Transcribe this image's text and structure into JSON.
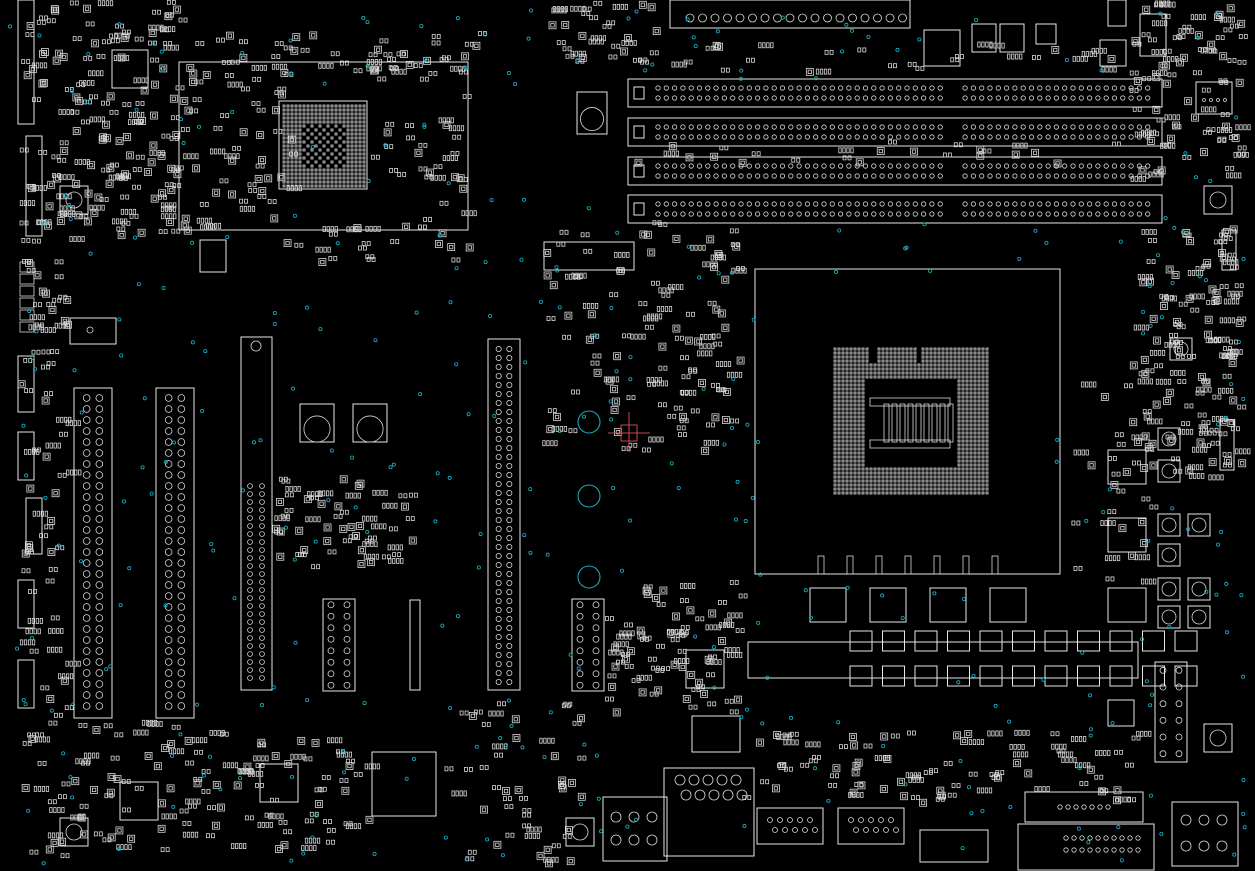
{
  "colors": {
    "background": "#000000",
    "outline": "#e6e6e6",
    "pad": "#d8d8d8",
    "via": "#17b3c8",
    "marker": "#c44a4a"
  },
  "components": [
    {
      "kind": "cpu-socket",
      "label": ""
    },
    {
      "kind": "chipset-bga",
      "label": ""
    },
    {
      "kind": "dimm-slot",
      "label": ""
    },
    {
      "kind": "dimm-slot",
      "label": ""
    },
    {
      "kind": "dimm-slot",
      "label": ""
    },
    {
      "kind": "dimm-slot",
      "label": ""
    },
    {
      "kind": "pcie-slot",
      "label": ""
    },
    {
      "kind": "pcie-slot",
      "label": ""
    },
    {
      "kind": "pcie-slot",
      "label": ""
    },
    {
      "kind": "pcie-slot",
      "label": ""
    },
    {
      "kind": "rear-io-connector",
      "label": ""
    },
    {
      "kind": "vrm-choke",
      "label": ""
    }
  ]
}
